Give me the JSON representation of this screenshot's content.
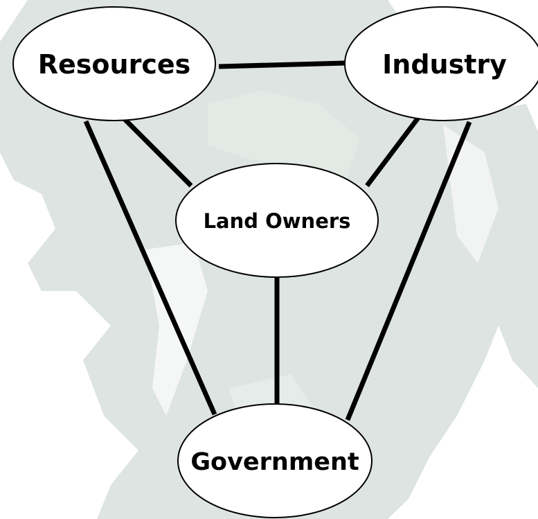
{
  "diagram": {
    "nodes": {
      "resources": {
        "label": "Resources"
      },
      "industry": {
        "label": "Industry"
      },
      "land_owners": {
        "label": "Land Owners"
      },
      "government": {
        "label": "Government"
      }
    },
    "connections": [
      [
        "Resources",
        "Industry"
      ],
      [
        "Resources",
        "Land Owners"
      ],
      [
        "Industry",
        "Land Owners"
      ],
      [
        "Resources",
        "Government"
      ],
      [
        "Industry",
        "Government"
      ],
      [
        "Land Owners",
        "Government"
      ]
    ]
  },
  "colors": {
    "background": "#ffffff",
    "map_fill": "#d7dfdc",
    "map_fill_light": "#e3e9e6",
    "line": "#000000",
    "node_fill": "#ffffff"
  }
}
